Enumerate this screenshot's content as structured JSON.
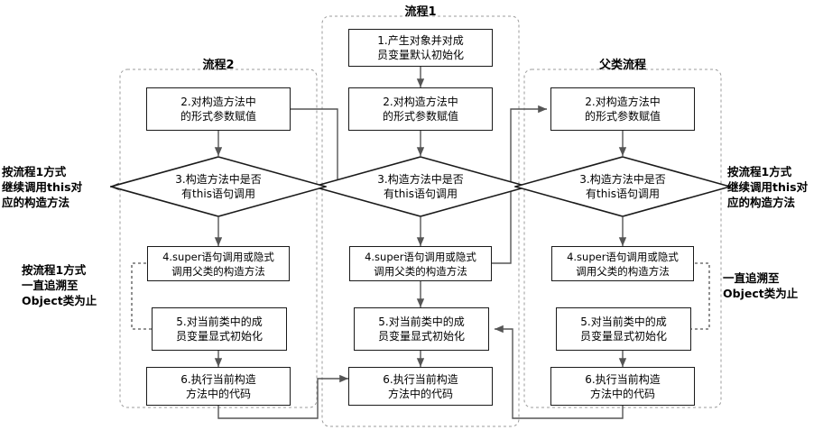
{
  "diagram": {
    "title_flow1": "流程1",
    "title_flow2": "流程2",
    "title_parent": "父类流程",
    "groups": [
      {
        "name": "flow2",
        "label": "流程2"
      },
      {
        "name": "flow1",
        "label": "流程1"
      },
      {
        "name": "parent",
        "label": "父类流程"
      }
    ],
    "nodes": {
      "mid1": "1.产生对象并对成\n员变量默认初始化",
      "mid2": "2.对构造方法中\n的形式参数赋值",
      "mid3": "3.构造方法中是否\n有this语句调用",
      "mid4": "4.super语句调用或隐式\n调用父类的构造方法",
      "mid5": "5.对当前类中的成\n员变量显式初始化",
      "mid6": "6.执行当前构造\n方法中的代码",
      "left2": "2.对构造方法中\n的形式参数赋值",
      "left3": "3.构造方法中是否\n有this语句调用",
      "left4": "4.super语句调用或隐式\n调用父类的构造方法",
      "left5": "5.对当前类中的成\n员变量显式初始化",
      "left6": "6.执行当前构造\n方法中的代码",
      "right2": "2.对构造方法中\n的形式参数赋值",
      "right3": "3.构造方法中是否\n有this语句调用",
      "right4": "4.super语句调用或隐式\n调用父类的构造方法",
      "right5": "5.对当前类中的成\n员变量显式初始化",
      "right6": "6.执行当前构造\n方法中的代码"
    },
    "notes": {
      "left_top": "按流程1方式\n继续调用this对\n应的构造方法",
      "left_bottom": "按流程1方式\n一直追溯至\nObject类为止",
      "right_top": "按流程1方式\n继续调用this对\n应的构造方法",
      "right_bottom": "一直追溯至\nObject类为止"
    },
    "colors": {
      "stroke": "#1a1a1a",
      "connector": "#555555",
      "dashed_group": "#999999",
      "background": "#ffffff"
    }
  }
}
